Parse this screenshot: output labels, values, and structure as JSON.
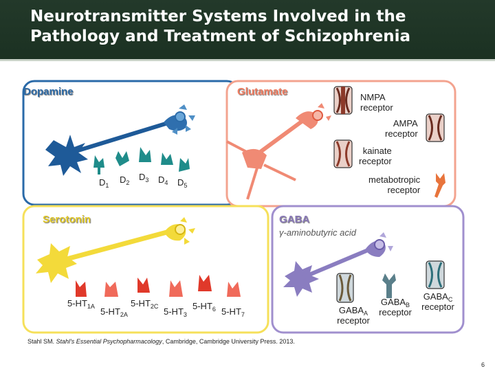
{
  "title_line1": "Neurotransmitter Systems Involved in the",
  "title_line2": "Pathology and Treatment of Schizophrenia",
  "dopamine": {
    "title": "Dopamine",
    "receptors": [
      {
        "base": "D",
        "sub": "1"
      },
      {
        "base": "D",
        "sub": "2"
      },
      {
        "base": "D",
        "sub": "3"
      },
      {
        "base": "D",
        "sub": "4"
      },
      {
        "base": "D",
        "sub": "5"
      }
    ]
  },
  "glutamate": {
    "title": "Glutamate",
    "nmda": "NMPA\nreceptor",
    "ampa": "AMPA\nreceptor",
    "kainate": "kainate\nreceptor",
    "metabotropic": "metabotropic\nreceptor"
  },
  "serotonin": {
    "title": "Serotonin",
    "receptors": [
      {
        "base": "5-HT",
        "sub": "1A"
      },
      {
        "base": "5-HT",
        "sub": "2A"
      },
      {
        "base": "5-HT",
        "sub": "2C"
      },
      {
        "base": "5-HT",
        "sub": "3"
      },
      {
        "base": "5-HT",
        "sub": "6"
      },
      {
        "base": "5-HT",
        "sub": "7"
      }
    ]
  },
  "gaba": {
    "title": "GABA",
    "subtitle": "γ-aminobutyric acid",
    "a": {
      "base": "GABA",
      "sub": "A",
      "tail": "receptor"
    },
    "b": {
      "base": "GABA",
      "sub": "B",
      "tail": "receptor"
    },
    "c": {
      "base": "GABA",
      "sub": "C",
      "tail": "receptor"
    }
  },
  "citation_pre": "Stahl SM. ",
  "citation_italic": "Stahl's Essential Psychopharmacology",
  "citation_post": ", Cambridge, Cambridge University Press. 2013.",
  "page_number": "6",
  "colors": {
    "dopamine": "#1e5a98",
    "glutamate": "#f08a74",
    "serotonin": "#f3da3a",
    "gaba": "#8a7dc0",
    "header": "#23392a"
  }
}
